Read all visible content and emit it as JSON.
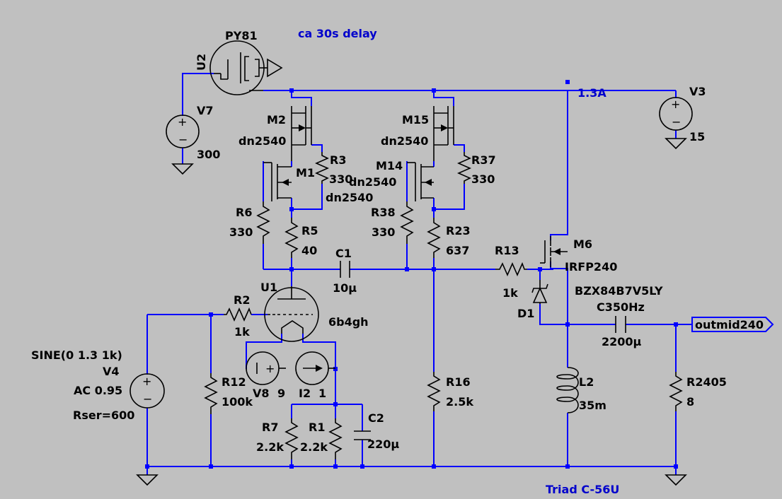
{
  "components": {
    "u2": {
      "ref": "U2",
      "value": "PY81"
    },
    "v7": {
      "ref": "V7",
      "value": "300"
    },
    "v3": {
      "ref": "V3",
      "value": "15"
    },
    "m2": {
      "ref": "M2",
      "value": "dn2540"
    },
    "m1": {
      "ref": "M1",
      "value": "dn2540"
    },
    "r3": {
      "ref": "R3",
      "value": "330"
    },
    "m15": {
      "ref": "M15",
      "value": "dn2540"
    },
    "m14": {
      "ref": "M14",
      "value": "dn2540"
    },
    "r37": {
      "ref": "R37",
      "value": "330"
    },
    "r6": {
      "ref": "R6",
      "value": "330"
    },
    "r5": {
      "ref": "R5",
      "value": "40"
    },
    "r38": {
      "ref": "R38",
      "value": "330"
    },
    "r23": {
      "ref": "R23",
      "value": "637"
    },
    "c1": {
      "ref": "C1",
      "value": "10µ"
    },
    "r13": {
      "ref": "R13",
      "value": "1k"
    },
    "m6": {
      "ref": "M6",
      "value": "IRFP240"
    },
    "d1": {
      "ref": "D1",
      "value": "BZX84B7V5LY"
    },
    "u1": {
      "ref": "U1",
      "value": "6b4gh"
    },
    "r2": {
      "ref": "R2",
      "value": "1k"
    },
    "v4": {
      "ref": "V4",
      "value": "SINE(0 1.3 1k)",
      "ac": "AC 0.95",
      "rser": "Rser=600"
    },
    "r12": {
      "ref": "R12",
      "value": "100k"
    },
    "v8": {
      "ref": "V8",
      "value": "9"
    },
    "i2": {
      "ref": "I2",
      "value": "1"
    },
    "r16": {
      "ref": "R16",
      "value": "2.5k"
    },
    "r7": {
      "ref": "R7",
      "value": "2.2k"
    },
    "r1": {
      "ref": "R1",
      "value": "2.2k"
    },
    "c2": {
      "ref": "C2",
      "value": "220µ"
    },
    "c350": {
      "ref": "C350Hz",
      "value": "2200µ"
    },
    "l2": {
      "ref": "L2",
      "value": "35m"
    },
    "r2405": {
      "ref": "R2405",
      "value": "8"
    }
  },
  "annotations": {
    "delay": "ca 30s delay",
    "current": "1.3A",
    "transformer": "Triad C-56U"
  },
  "net_label": "outmid240",
  "colors": {
    "background": "#c0c0c0",
    "wire": "#0000ff",
    "component": "#000000",
    "annotation": "#0000cc"
  }
}
